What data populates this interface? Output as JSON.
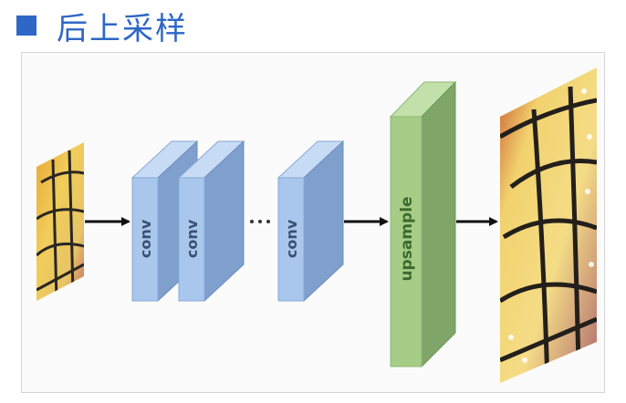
{
  "header": {
    "title": "后上采样"
  },
  "diagram": {
    "conv_label": "conv",
    "upsample_label": "upsample",
    "colors": {
      "conv_front": "#a9c7ec",
      "conv_top": "#c7dbf5",
      "conv_side": "#7f9fcd",
      "up_front": "#a5cd86",
      "up_top": "#c2e0a9",
      "up_side": "#7fa568",
      "arrow": "#111111",
      "title": "#2f67c6"
    }
  }
}
